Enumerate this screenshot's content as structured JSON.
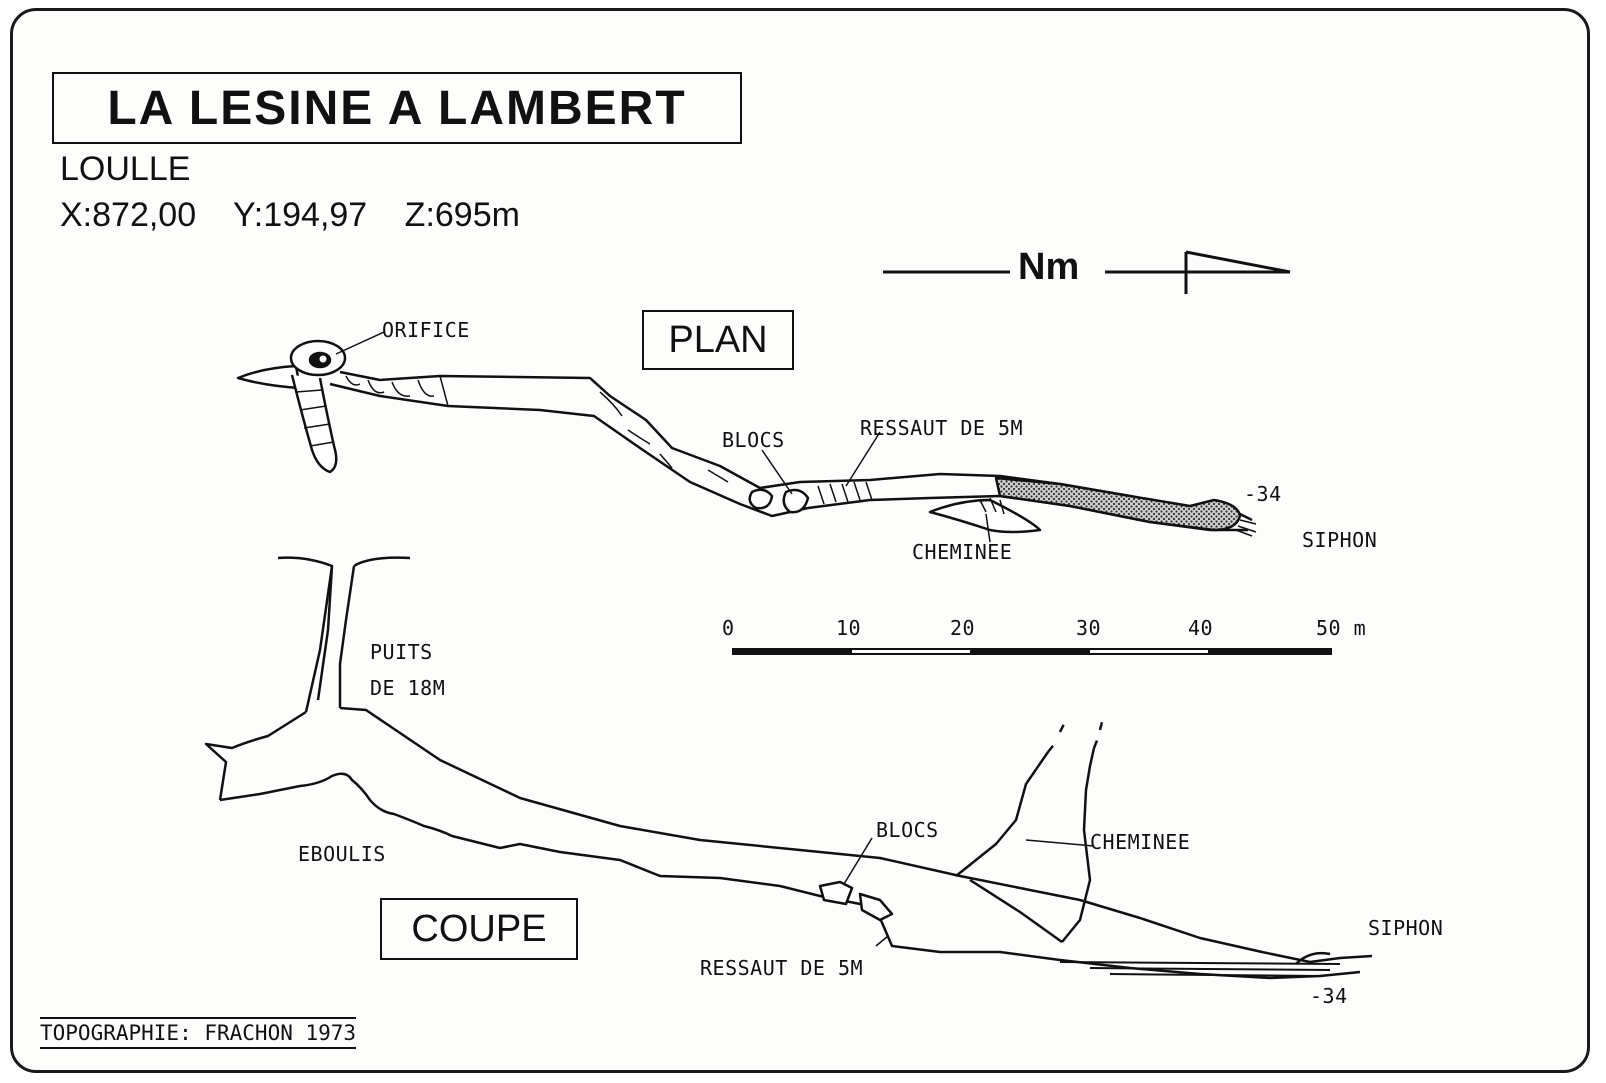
{
  "title": "LA LESINE A LAMBERT",
  "commune": "LOULLE",
  "coordinates": {
    "x": "X:872,00",
    "y": "Y:194,97",
    "z": "Z:695m"
  },
  "north_label": "Nm",
  "plan": {
    "heading": "PLAN",
    "labels": {
      "orifice": "ORIFICE",
      "blocs": "BLOCS",
      "ressaut": "RESSAUT DE 5M",
      "cheminee": "CHEMINEE",
      "depth": "-34",
      "siphon": "SIPHON"
    }
  },
  "scale_bar": {
    "ticks": [
      "0",
      "10",
      "20",
      "30",
      "40",
      "50 m"
    ]
  },
  "coupe": {
    "heading": "COUPE",
    "labels": {
      "puits_1": "PUITS",
      "puits_2": "DE 18M",
      "eboulis": "EBOULIS",
      "blocs": "BLOCS",
      "cheminee": "CHEMINEE",
      "siphon": "SIPHON",
      "ressaut": "RESSAUT DE 5M",
      "depth": "-34"
    }
  },
  "credit": "TOPOGRAPHIE: FRACHON 1973",
  "colors": {
    "ink": "#111111",
    "paper": "#fdfdfc",
    "fill_siphon": "#8a8a8a"
  }
}
